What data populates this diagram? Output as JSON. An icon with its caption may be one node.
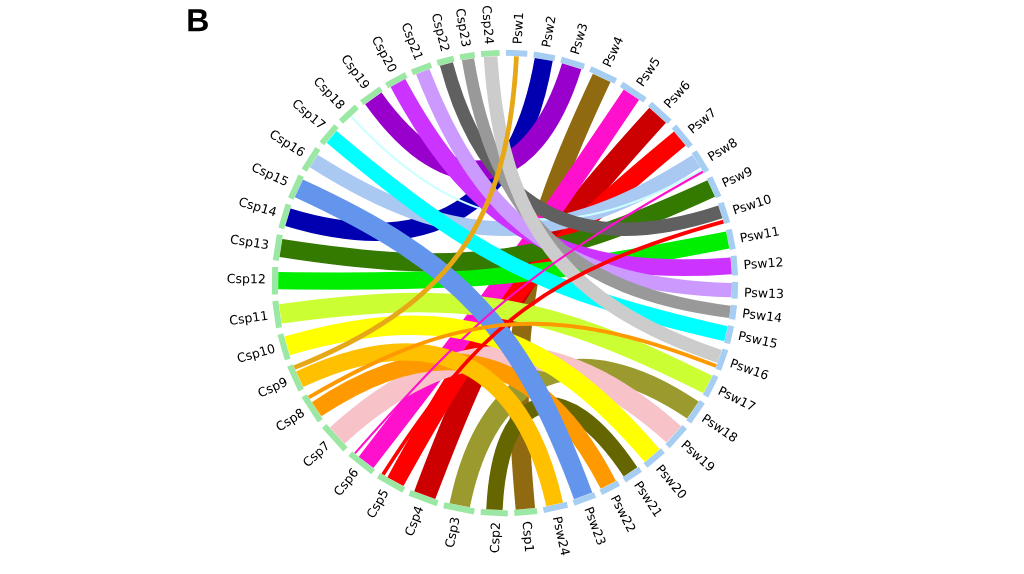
{
  "diagram": {
    "nodes": [
      {
        "text": [
          "Csp1"
        ]
      },
      {
        "text": [
          "Csp2"
        ]
      },
      {
        "text": [
          "Csp3"
        ]
      },
      {
        "text": [
          "Csp4"
        ]
      },
      {
        "text": [
          "Csp5"
        ]
      },
      {
        "text": [
          "Csp6"
        ]
      },
      {
        "text": [
          "Csp7"
        ]
      },
      {
        "text": [
          "Csp8"
        ]
      },
      {
        "text": [
          "Csp9"
        ]
      },
      {
        "text": [
          "Csp10"
        ]
      },
      {
        "text": [
          "Csp11"
        ]
      },
      {
        "text": [
          "Csp12"
        ]
      },
      {
        "text": [
          "Csp13"
        ]
      },
      {
        "text": [
          "Csp14"
        ]
      },
      {
        "text": [
          "Csp15"
        ]
      },
      {
        "text": [
          "Csp16"
        ]
      },
      {
        "text": [
          "Csp17"
        ]
      },
      {
        "text": [
          "Csp18"
        ]
      },
      {
        "text": [
          "Csp19"
        ]
      },
      {
        "text": [
          "Csp20"
        ]
      },
      {
        "text": [
          "Csp21"
        ]
      },
      {
        "text": [
          "Csp22"
        ]
      },
      {
        "text": [
          "Csp23"
        ]
      },
      {
        "text": [
          "Csp24"
        ]
      },
      {
        "text": [
          "Psw1"
        ]
      },
      {
        "text": [
          "Psw2"
        ]
      },
      {
        "text": [
          "Psw3"
        ]
      },
      {
        "text": [
          "Psw4"
        ]
      },
      {
        "text": [
          "Psw5"
        ]
      },
      {
        "text": [
          "Psw6"
        ]
      },
      {
        "text": [
          "Psw7"
        ]
      },
      {
        "text": [
          "Psw8"
        ]
      },
      {
        "text": [
          "Psw9"
        ]
      },
      {
        "text": [
          "Psw10"
        ]
      },
      {
        "text": [
          "Psw11"
        ]
      },
      {
        "text": [
          "Psw12"
        ]
      },
      {
        "text": [
          "Psw13"
        ]
      },
      {
        "text": [
          "Psw14"
        ]
      },
      {
        "text": [
          "Psw15"
        ]
      },
      {
        "text": [
          "Psw16"
        ]
      },
      {
        "text": [
          "Psw17"
        ]
      },
      {
        "text": [
          "Psw18"
        ]
      },
      {
        "text": [
          "Psw19"
        ]
      },
      {
        "text": [
          "Psw20"
        ]
      },
      {
        "text": [
          "Psw21"
        ]
      },
      {
        "text": [
          "Psw22"
        ]
      },
      {
        "text": [
          "Psw23"
        ]
      },
      {
        "text": [
          "Psw24"
        ]
      }
    ],
    "edges": [
      {
        "from": 0,
        "to": 27,
        "arrow": "none",
        "color": "#8f6a10"
      },
      {
        "from": 1,
        "to": 44,
        "arrow": "none",
        "color": "#666600"
      },
      {
        "from": 2,
        "to": 41,
        "arrow": "none",
        "color": "#9a9a2e"
      },
      {
        "from": 3,
        "to": 29,
        "arrow": "none",
        "color": "#cc0000"
      },
      {
        "from": 4,
        "to": 30,
        "arrow": "none",
        "color": "#ff0000"
      },
      {
        "from": 5,
        "to": 28,
        "arrow": "none",
        "color": "#ff10cc"
      },
      {
        "from": 6,
        "to": 42,
        "arrow": "none",
        "color": "#f7c3c8"
      },
      {
        "from": 7,
        "to": 45,
        "arrow": "none",
        "color": "#ff9900"
      },
      {
        "from": 8,
        "to": 47,
        "arrow": "none",
        "color": "#ffc000"
      },
      {
        "from": 9,
        "to": 43,
        "arrow": "none",
        "color": "#ffff00"
      },
      {
        "from": 10,
        "to": 40,
        "arrow": "none",
        "color": "#ccff33"
      },
      {
        "from": 11,
        "to": 34,
        "arrow": "none",
        "color": "#00ee00"
      },
      {
        "from": 12,
        "to": 32,
        "arrow": "none",
        "color": "#357a00"
      },
      {
        "from": 13,
        "to": 25,
        "arrow": "none",
        "color": "#0000b0"
      },
      {
        "from": 14,
        "to": 46,
        "arrow": "none",
        "color": "#6495ed"
      },
      {
        "from": 15,
        "to": 31,
        "arrow": "none",
        "color": "#a9c8f2"
      },
      {
        "from": 16,
        "to": 38,
        "arrow": "none",
        "color": "#00ffff"
      },
      {
        "from": 17,
        "to": 31,
        "arrow": "none",
        "color": "#ccffff"
      },
      {
        "from": 18,
        "to": 26,
        "arrow": "none",
        "color": "#9900cc"
      },
      {
        "from": 19,
        "to": 35,
        "arrow": "none",
        "color": "#cc33ff"
      },
      {
        "from": 20,
        "to": 36,
        "arrow": "none",
        "color": "#cc99ff"
      },
      {
        "from": 21,
        "to": 33,
        "arrow": "none",
        "color": "#606060"
      },
      {
        "from": 22,
        "to": 37,
        "arrow": "none",
        "color": "#999999"
      },
      {
        "from": 23,
        "to": 39,
        "arrow": "none",
        "color": "#cccccc"
      },
      {
        "from": 8,
        "to": 24,
        "arrow": "none",
        "color": "#e6a817"
      },
      {
        "from": 5,
        "to": 31,
        "arrow": "none",
        "color": "#ff10cc"
      },
      {
        "from": 4,
        "to": 33,
        "arrow": "none",
        "color": "#ff0000"
      },
      {
        "from": 7,
        "to": 39,
        "arrow": "none",
        "color": "#ff9900"
      }
    ],
    "labels": [
      "B"
    ]
  }
}
